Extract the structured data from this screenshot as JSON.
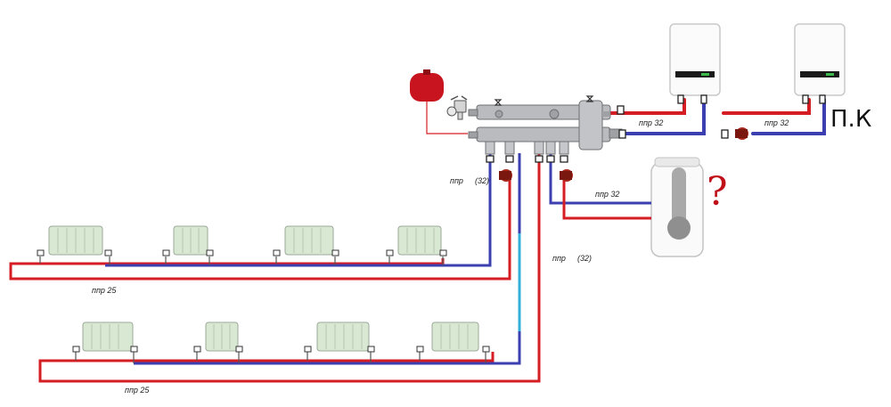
{
  "colors": {
    "supply": "#d41e24",
    "return": "#3b3fb0",
    "manifold": "#b9bbbe",
    "tank": "#c8141e",
    "radiator": "#d9e8d2",
    "cold": "#33b0d8"
  },
  "labels": {
    "ppr32_boilers_left": "ппр 32",
    "ppr32_boilers_right": "ппр 32",
    "ppr32_riser_left": "ппр",
    "ppr32_riser_left_size": "(32)",
    "ppr32_riser_right": "ппр",
    "ppr32_riser_right_size": "(32)",
    "ppr32_tank": "ппр 32",
    "ppr25_upper": "ппр 25",
    "ppr25_lower": "ппр 25",
    "handwritten_pk": "П.К",
    "question": "?"
  },
  "icons": [
    "expansion-tank-icon",
    "safety-group-icon",
    "manifold-icon",
    "boiler-icon",
    "circulation-pump-icon",
    "water-heater-icon",
    "radiator-icon",
    "valve-icon"
  ]
}
